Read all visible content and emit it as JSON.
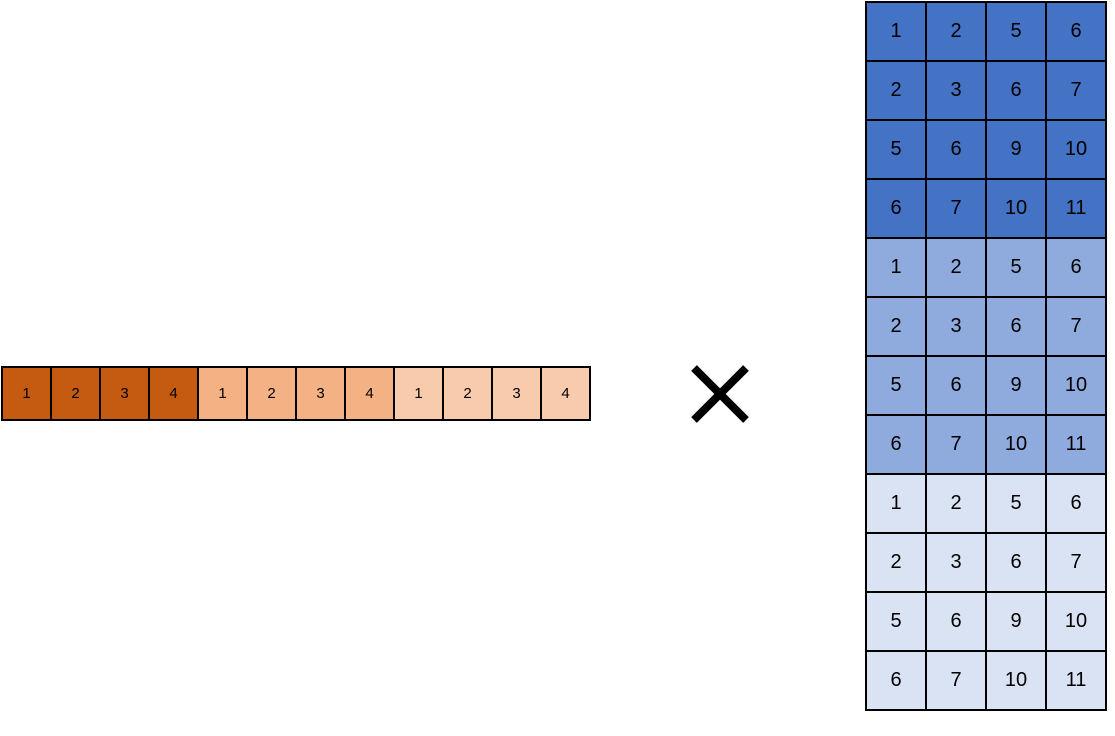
{
  "vector": {
    "groups": [
      {
        "color": "#c55a11",
        "values": [
          "1",
          "2",
          "3",
          "4"
        ]
      },
      {
        "color": "#f4b183",
        "values": [
          "1",
          "2",
          "3",
          "4"
        ]
      },
      {
        "color": "#f8cbad",
        "values": [
          "1",
          "2",
          "3",
          "4"
        ]
      }
    ]
  },
  "operator": {
    "icon": "multiply-icon"
  },
  "matrix": {
    "groups": [
      {
        "color": "#4472c4",
        "rows": [
          [
            "1",
            "2",
            "5",
            "6"
          ],
          [
            "2",
            "3",
            "6",
            "7"
          ],
          [
            "5",
            "6",
            "9",
            "10"
          ],
          [
            "6",
            "7",
            "10",
            "11"
          ]
        ]
      },
      {
        "color": "#8faadc",
        "rows": [
          [
            "1",
            "2",
            "5",
            "6"
          ],
          [
            "2",
            "3",
            "6",
            "7"
          ],
          [
            "5",
            "6",
            "9",
            "10"
          ],
          [
            "6",
            "7",
            "10",
            "11"
          ]
        ]
      },
      {
        "color": "#dae3f3",
        "rows": [
          [
            "1",
            "2",
            "5",
            "6"
          ],
          [
            "2",
            "3",
            "6",
            "7"
          ],
          [
            "5",
            "6",
            "9",
            "10"
          ],
          [
            "6",
            "7",
            "10",
            "11"
          ]
        ]
      }
    ]
  }
}
